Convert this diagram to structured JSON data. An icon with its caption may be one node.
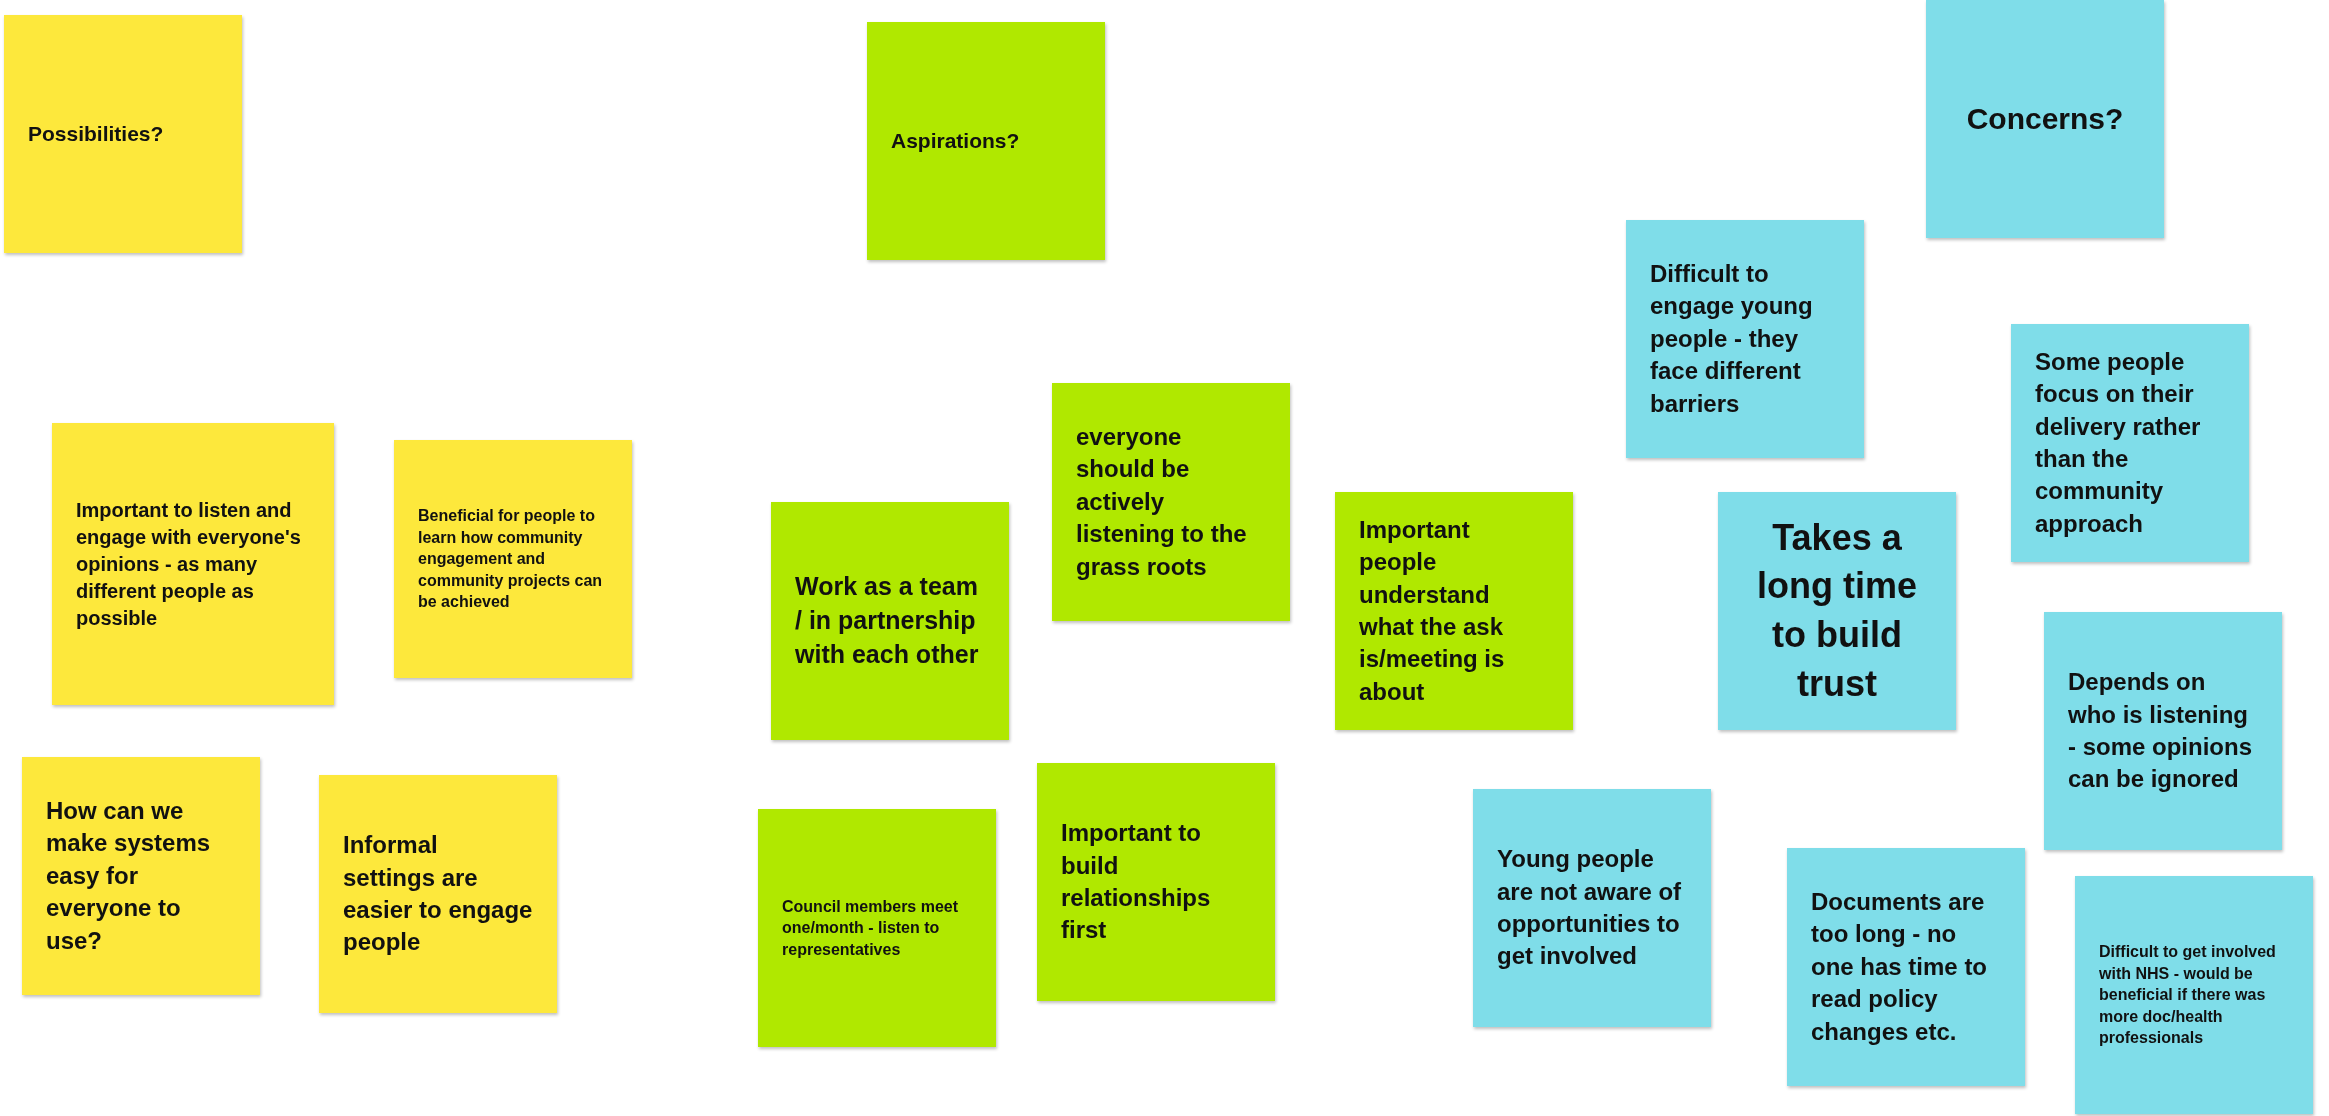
{
  "diagram": {
    "nodes": [
      {
        "text": [
          "Possibilities?"
        ]
      },
      {
        "text": [
          "Important to listen and engage with everyone's opinions - as many different people as possible"
        ]
      },
      {
        "text": [
          "Beneficial for people to learn how community engagement and community projects can be achieved"
        ]
      },
      {
        "text": [
          "How can we make systems easy for everyone to use?"
        ]
      },
      {
        "text": [
          "Informal settings are easier to engage people"
        ]
      },
      {
        "text": [
          "Aspirations?"
        ]
      },
      {
        "text": [
          "everyone should be actively listening to the grass roots"
        ]
      },
      {
        "text": [
          "Work as a team / in partnership with each other"
        ]
      },
      {
        "text": [
          "Important people understand what the ask is/meeting is about"
        ]
      },
      {
        "text": [
          "Council members meet one/month - listen to representatives"
        ]
      },
      {
        "text": [
          "Important to build relationships first"
        ]
      },
      {
        "text": [
          "Concerns?"
        ]
      },
      {
        "text": [
          "Difficult to engage young people - they face different barriers"
        ]
      },
      {
        "text": [
          "Some people focus on their delivery rather than the community approach"
        ]
      },
      {
        "text": [
          "Takes a long time to build trust"
        ]
      },
      {
        "text": [
          "Depends on who is listening - some opinions can be ignored"
        ]
      },
      {
        "text": [
          "Young people are not aware of opportunities to get involved"
        ]
      },
      {
        "text": [
          "Documents are too long - no one has time to read policy changes etc."
        ]
      },
      {
        "text": [
          "Difficult to get involved with NHS - would be beneficial if there was more doc/health professionals"
        ]
      }
    ]
  }
}
